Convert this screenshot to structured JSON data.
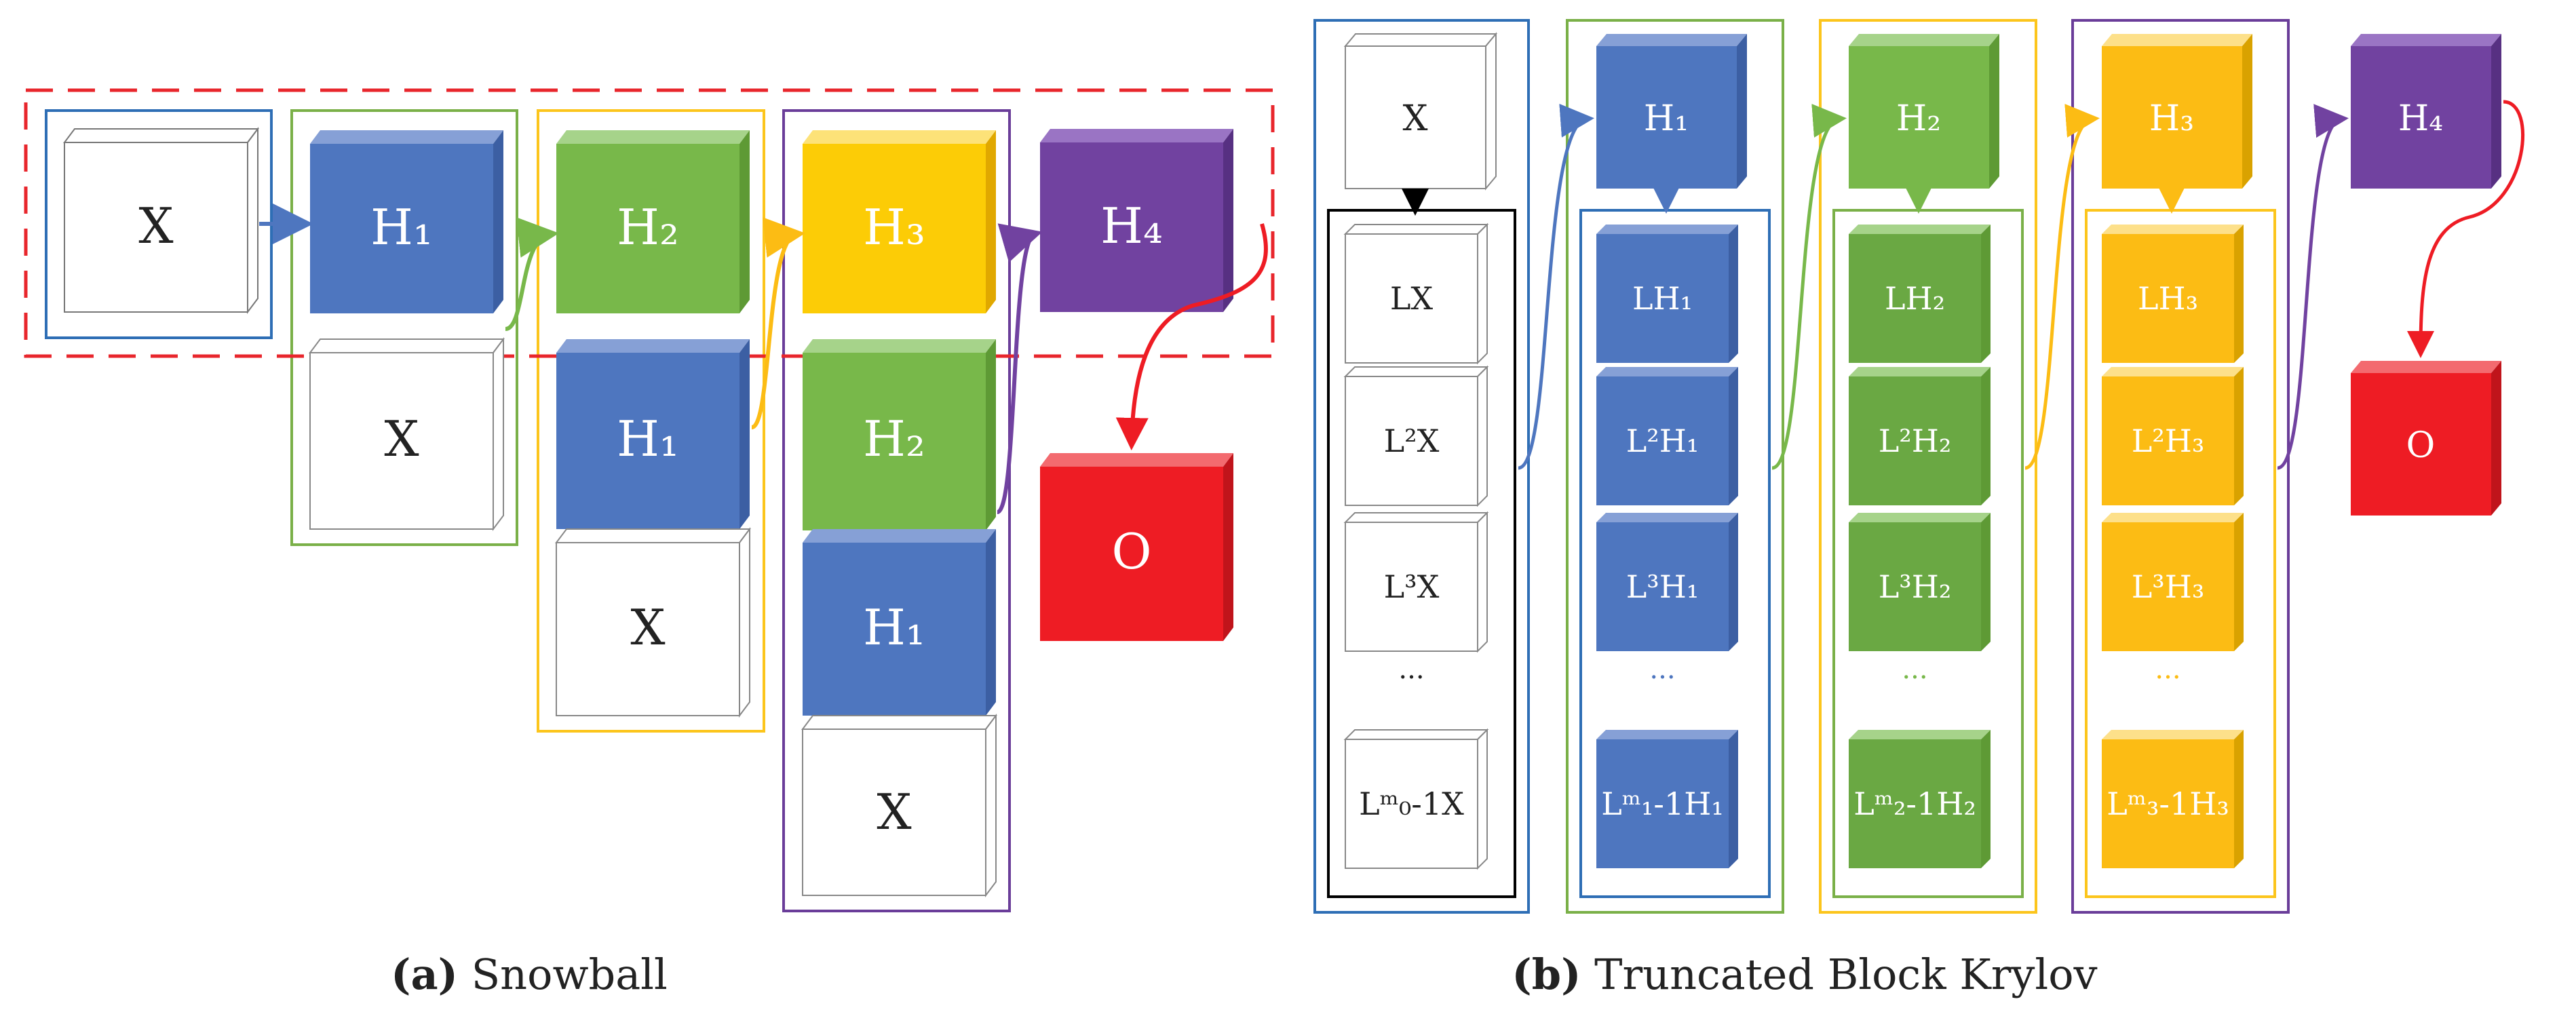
{
  "colors": {
    "white": "#ffffff",
    "blue": "#4e76bf",
    "green": "#78b84a",
    "green_dark": "#6aa843",
    "yellow": "#fccc06",
    "orange": "#fcbc14",
    "purple": "#7142a0",
    "red": "#ee1c24",
    "frame_blue": "#2e6eb5",
    "frame_green": "#7ab048",
    "frame_yellow": "#fcc51c",
    "frame_purple": "#6a3d99",
    "frame_black": "#000000",
    "dashed_red": "#e8262c"
  },
  "captions": {
    "a_label": "(a)",
    "a_text": " Snowball",
    "b_label": "(b)",
    "b_text": " Truncated Block Krylov"
  },
  "snowball": {
    "input_x": "X",
    "col1": {
      "top": "H₁",
      "bottom": "X"
    },
    "col2": {
      "top": "H₂",
      "mid": "H₁",
      "bottom": "X"
    },
    "col3": {
      "top": "H₃",
      "b2": "H₂",
      "b3": "H₁",
      "bottom": "X"
    },
    "h4": "H₄",
    "out": "O"
  },
  "krylov": {
    "input_x": "X",
    "col0": [
      "LX",
      "L²X",
      "L³X",
      "...",
      "Lᵐ₀-1X"
    ],
    "h1": "H₁",
    "col1": [
      "LH₁",
      "L²H₁",
      "L³H₁",
      "...",
      "Lᵐ₁-1H₁"
    ],
    "h2": "H₂",
    "col2": [
      "LH₂",
      "L²H₂",
      "L³H₂",
      "...",
      "Lᵐ₂-1H₂"
    ],
    "h3": "H₃",
    "col3": [
      "LH₃",
      "L²H₃",
      "L³H₃",
      "...",
      "Lᵐ₃-1H₃"
    ],
    "h4": "H₄",
    "out": "O"
  }
}
